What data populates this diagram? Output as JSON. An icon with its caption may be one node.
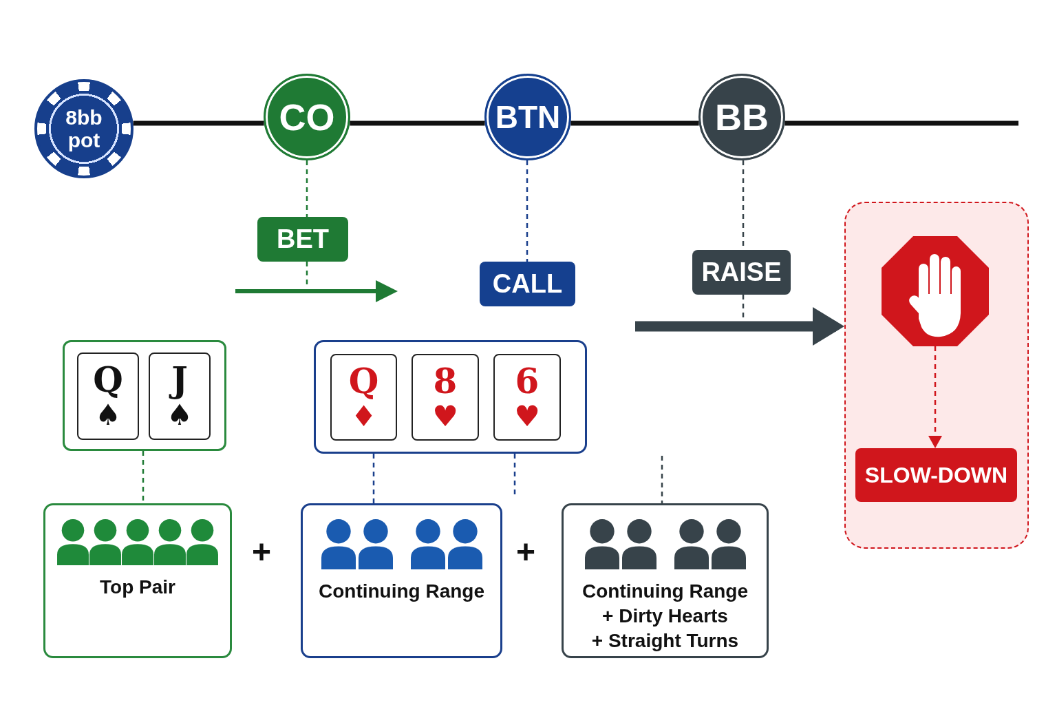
{
  "diagram": {
    "nodes": [
      {
        "text": [
          "8bb pot"
        ]
      },
      {
        "text": [
          "CO"
        ]
      },
      {
        "text": [
          "BTN"
        ]
      },
      {
        "text": [
          "BB"
        ]
      },
      {
        "text": [
          "BET"
        ]
      },
      {
        "text": [
          "CALL"
        ]
      },
      {
        "text": [
          "RAISE"
        ]
      },
      {
        "text": [],
        "shape": "box"
      },
      {
        "text": [],
        "shape": "picture",
        "in": 7
      },
      {
        "text": [
          "SLOW-DOWN"
        ],
        "in": 7
      },
      {
        "text": [],
        "shape": "box"
      },
      {
        "text": [
          "Q",
          "♠"
        ],
        "in": 10
      },
      {
        "text": [
          "J",
          "♠"
        ],
        "in": 10
      },
      {
        "text": [],
        "shape": "box"
      },
      {
        "text": [
          "Q",
          "♦"
        ],
        "in": 13
      },
      {
        "text": [
          "8",
          "♥"
        ],
        "in": 13
      },
      {
        "text": [
          "6",
          "♥"
        ],
        "in": 13
      },
      {
        "text": [
          "Top Pair"
        ]
      },
      {
        "text": [
          "Continuing Range"
        ]
      },
      {
        "text": [
          "Continuing Range",
          "+ Dirty Hearts",
          "+ Straight Turns"
        ]
      }
    ],
    "edges": [
      {
        "from": 0,
        "to": 1,
        "arrow": "none",
        "style": "thick"
      },
      {
        "from": 1,
        "to": 2,
        "arrow": "none",
        "style": "thick"
      },
      {
        "from": 2,
        "to": 3,
        "arrow": "none",
        "style": "thick"
      },
      {
        "from": 3,
        "to": null,
        "arrow": "none",
        "style": "thick"
      },
      {
        "from": 1,
        "to": 4,
        "arrow": "none",
        "style": "dashed",
        "color": "#1f7a34"
      },
      {
        "from": 4,
        "to": null,
        "arrow": "none",
        "style": "dashed",
        "color": "#1f7a34"
      },
      {
        "from": 2,
        "to": 5,
        "arrow": "none",
        "style": "dashed",
        "color": "#1a3f8c"
      },
      {
        "from": 3,
        "to": 6,
        "arrow": "none",
        "style": "dashed",
        "color": "#37434a"
      },
      {
        "from": 6,
        "to": null,
        "arrow": "none",
        "style": "dashed",
        "color": "#37434a"
      },
      {
        "from": null,
        "to": 7,
        "arrow": "to",
        "style": "thick",
        "color": "#37434a"
      },
      {
        "from": 10,
        "to": 17,
        "arrow": "none",
        "style": "dashed",
        "color": "#1f7a34"
      },
      {
        "from": 13,
        "to": 18,
        "arrow": "none",
        "style": "dashed",
        "color": "#1a3f8c"
      },
      {
        "from": 13,
        "to": null,
        "arrow": "none",
        "style": "dashed",
        "color": "#1a3f8c"
      },
      {
        "from": null,
        "to": 19,
        "arrow": "none",
        "style": "dashed",
        "color": "#37434a"
      },
      {
        "from": 8,
        "to": 9,
        "arrow": "to",
        "style": "dashed",
        "color": "#d0161c"
      }
    ],
    "labels": [
      "+",
      "+"
    ]
  }
}
